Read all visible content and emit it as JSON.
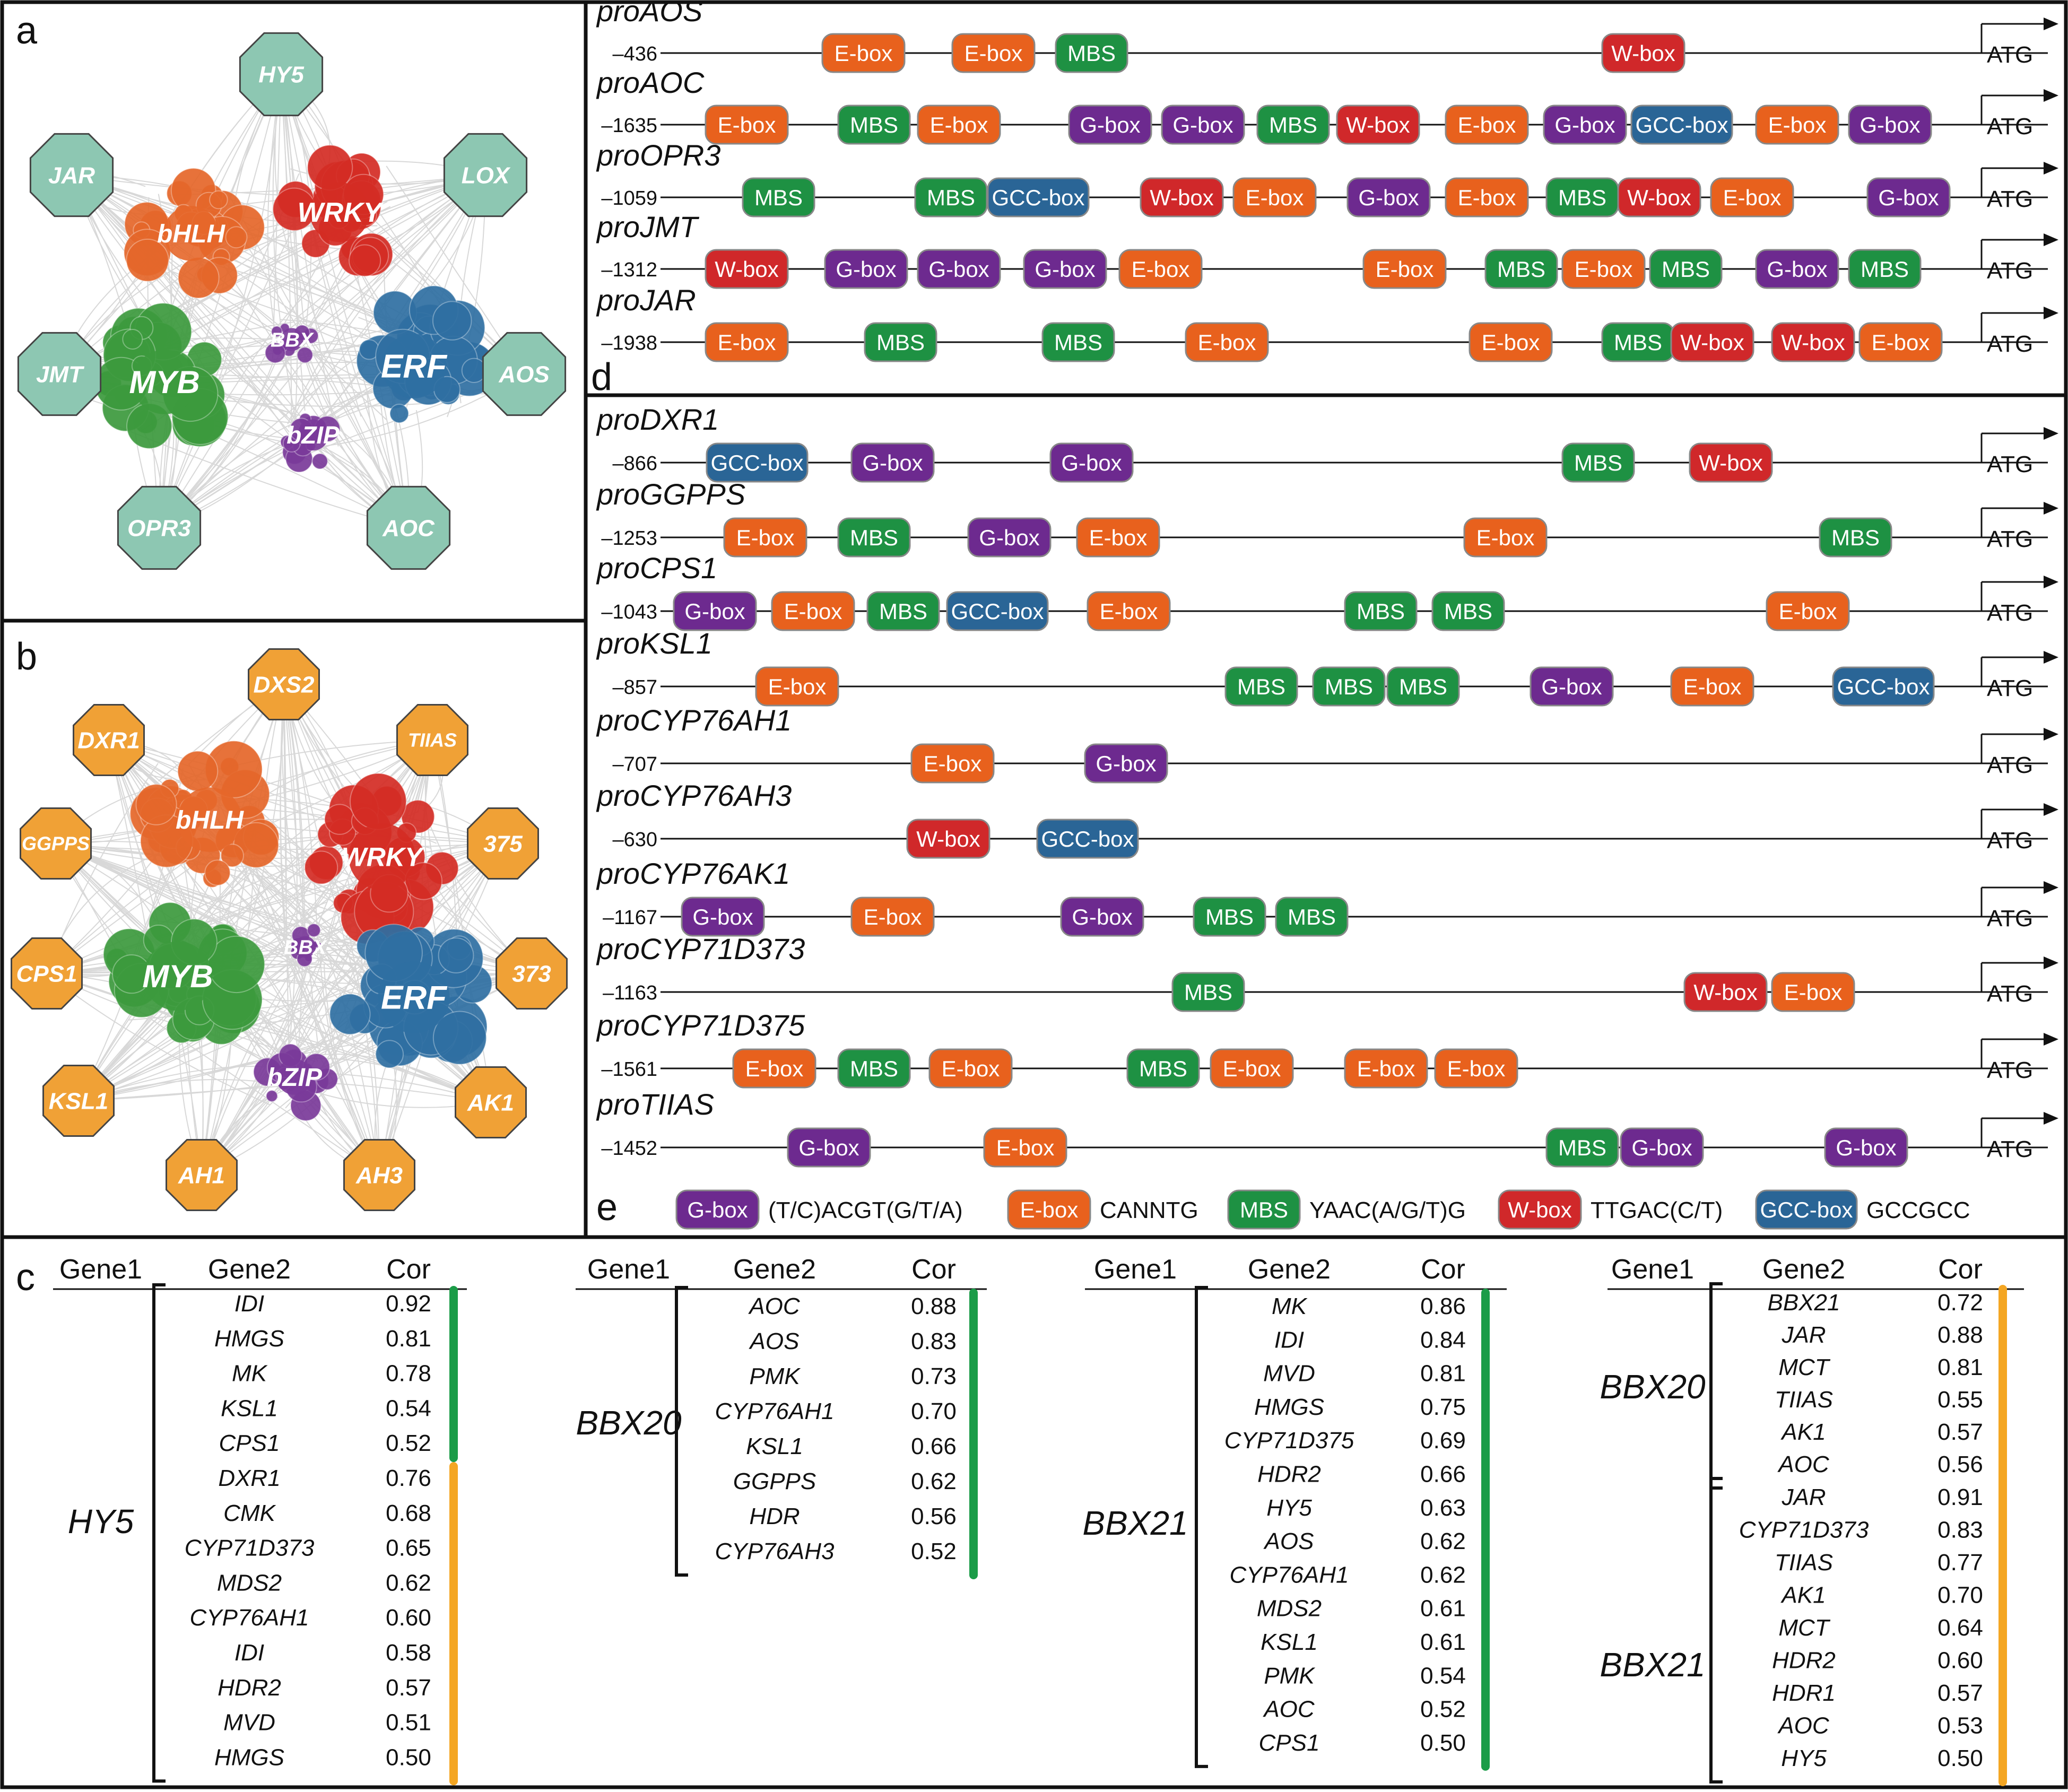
{
  "panels": {
    "a": "a",
    "b": "b",
    "c": "c",
    "d": "d",
    "e": "e"
  },
  "colors": {
    "G-box": "#6d2a8f",
    "E-box": "#e8611d",
    "MBS": "#1e9143",
    "W-box": "#d0282a",
    "GCC-box": "#2a6596",
    "jasmonate_node": "#8dc7b2",
    "tanshinone_node": "#f0a136",
    "bar_green": "#1b9c48",
    "bar_orange": "#f4a623",
    "bhlh": "#e5672a",
    "wrky": "#d42c24",
    "myb": "#3c9a3d",
    "erf": "#2f6fa2",
    "bbx": "#7a3a9a",
    "bzip": "#7a3a9a"
  },
  "network_a": {
    "hubs": {
      "bhlh": "bHLH",
      "wrky": "WRKY",
      "myb": "MYB",
      "erf": "ERF",
      "bbx": "BBX",
      "bzip": "bZIP"
    },
    "nodes": [
      "HY5",
      "JAR",
      "LOX",
      "JMT",
      "AOS",
      "OPR3",
      "AOC"
    ]
  },
  "network_b": {
    "hubs": {
      "bhlh": "bHLH",
      "wrky": "WRKY",
      "myb": "MYB",
      "erf": "ERF",
      "bbx": "BBX",
      "bzip": "bZIP"
    },
    "nodes": [
      "DXS2",
      "DXR1",
      "TIIAS",
      "GGPPS",
      "375",
      "CPS1",
      "373",
      "KSL1",
      "AK1",
      "AH1",
      "AH3"
    ]
  },
  "promoter_label": "ATG",
  "promoters_top": [
    {
      "name": "proAOS",
      "length": "–436",
      "elements": [
        "E-box",
        "E-box",
        "MBS",
        "W-box"
      ]
    },
    {
      "name": "proAOC",
      "length": "–1635",
      "elements": [
        "E-box",
        "MBS",
        "E-box",
        "G-box",
        "G-box",
        "MBS",
        "W-box",
        "E-box",
        "G-box",
        "GCC-box",
        "E-box",
        "G-box"
      ]
    },
    {
      "name": "proOPR3",
      "length": "–1059",
      "elements": [
        "MBS",
        "MBS",
        "GCC-box",
        "W-box",
        "E-box",
        "G-box",
        "E-box",
        "MBS",
        "W-box",
        "E-box",
        "G-box"
      ]
    },
    {
      "name": "proJMT",
      "length": "–1312",
      "elements": [
        "W-box",
        "G-box",
        "G-box",
        "G-box",
        "E-box",
        "E-box",
        "MBS",
        "E-box",
        "MBS",
        "G-box",
        "MBS"
      ]
    },
    {
      "name": "proJAR",
      "length": "–1938",
      "elements": [
        "E-box",
        "MBS",
        "MBS",
        "E-box",
        "E-box",
        "MBS",
        "W-box",
        "W-box",
        "E-box"
      ]
    }
  ],
  "promoters_bottom": [
    {
      "name": "proDXR1",
      "length": "–866",
      "elements": [
        "GCC-box",
        "G-box",
        "G-box",
        "MBS",
        "W-box"
      ]
    },
    {
      "name": "proGGPPS",
      "length": "–1253",
      "elements": [
        "E-box",
        "MBS",
        "G-box",
        "E-box",
        "E-box",
        "MBS"
      ]
    },
    {
      "name": "proCPS1",
      "length": "–1043",
      "elements": [
        "G-box",
        "E-box",
        "MBS",
        "GCC-box",
        "E-box",
        "MBS",
        "MBS",
        "E-box"
      ]
    },
    {
      "name": "proKSL1",
      "length": "–857",
      "elements": [
        "E-box",
        "MBS",
        "MBS",
        "MBS",
        "G-box",
        "E-box",
        "GCC-box"
      ]
    },
    {
      "name": "proCYP76AH1",
      "length": "–707",
      "elements": [
        "E-box",
        "G-box"
      ]
    },
    {
      "name": "proCYP76AH3",
      "length": "–630",
      "elements": [
        "W-box",
        "GCC-box"
      ]
    },
    {
      "name": "proCYP76AK1",
      "length": "–1167",
      "elements": [
        "G-box",
        "E-box",
        "G-box",
        "MBS",
        "MBS"
      ]
    },
    {
      "name": "proCYP71D373",
      "length": "–1163",
      "elements": [
        "MBS",
        "W-box",
        "E-box"
      ]
    },
    {
      "name": "proCYP71D375",
      "length": "–1561",
      "elements": [
        "E-box",
        "MBS",
        "E-box",
        "MBS",
        "E-box",
        "E-box",
        "E-box"
      ]
    },
    {
      "name": "proTIIAS",
      "length": "–1452",
      "elements": [
        "G-box",
        "E-box",
        "MBS",
        "G-box",
        "G-box"
      ]
    }
  ],
  "legend": [
    {
      "box": "G-box",
      "seq": "(T/C)ACGT(G/T/A)"
    },
    {
      "box": "E-box",
      "seq": "CANNTG"
    },
    {
      "box": "MBS",
      "seq": "YAAC(A/G/T)G"
    },
    {
      "box": "W-box",
      "seq": "TTGAC(C/T)"
    },
    {
      "box": "GCC-box",
      "seq": "GCCGCC"
    }
  ],
  "corr_headers": {
    "gene1": "Gene1",
    "gene2": "Gene2",
    "cor": "Cor"
  },
  "corr_tables": [
    {
      "groups": [
        {
          "gene1": "HY5",
          "bar": "both",
          "rows": [
            {
              "gene": "IDI",
              "cor": "0.92"
            },
            {
              "gene": "HMGS",
              "cor": "0.81"
            },
            {
              "gene": "MK",
              "cor": "0.78"
            },
            {
              "gene": "KSL1",
              "cor": "0.54"
            },
            {
              "gene": "CPS1",
              "cor": "0.52"
            },
            {
              "gene": "DXR1",
              "cor": "0.76"
            },
            {
              "gene": "CMK",
              "cor": "0.68"
            },
            {
              "gene": "CYP71D373",
              "cor": "0.65"
            },
            {
              "gene": "MDS2",
              "cor": "0.62"
            },
            {
              "gene": "CYP76AH1",
              "cor": "0.60"
            },
            {
              "gene": "IDI",
              "cor": "0.58"
            },
            {
              "gene": "HDR2",
              "cor": "0.57"
            },
            {
              "gene": "MVD",
              "cor": "0.51"
            },
            {
              "gene": "HMGS",
              "cor": "0.50"
            }
          ]
        }
      ]
    },
    {
      "groups": [
        {
          "gene1": "BBX20",
          "bar": "green",
          "rows": [
            {
              "gene": "AOC",
              "cor": "0.88"
            },
            {
              "gene": "AOS",
              "cor": "0.83"
            },
            {
              "gene": "PMK",
              "cor": "0.73"
            },
            {
              "gene": "CYP76AH1",
              "cor": "0.70"
            },
            {
              "gene": "KSL1",
              "cor": "0.66"
            },
            {
              "gene": "GGPPS",
              "cor": "0.62"
            },
            {
              "gene": "HDR",
              "cor": "0.56"
            },
            {
              "gene": "CYP76AH3",
              "cor": "0.52"
            }
          ]
        }
      ]
    },
    {
      "groups": [
        {
          "gene1": "BBX21",
          "bar": "green",
          "rows": [
            {
              "gene": "MK",
              "cor": "0.86"
            },
            {
              "gene": "IDI",
              "cor": "0.84"
            },
            {
              "gene": "MVD",
              "cor": "0.81"
            },
            {
              "gene": "HMGS",
              "cor": "0.75"
            },
            {
              "gene": "CYP71D375",
              "cor": "0.69"
            },
            {
              "gene": "HDR2",
              "cor": "0.66"
            },
            {
              "gene": "HY5",
              "cor": "0.63"
            },
            {
              "gene": "AOS",
              "cor": "0.62"
            },
            {
              "gene": "CYP76AH1",
              "cor": "0.62"
            },
            {
              "gene": "MDS2",
              "cor": "0.61"
            },
            {
              "gene": "KSL1",
              "cor": "0.61"
            },
            {
              "gene": "PMK",
              "cor": "0.54"
            },
            {
              "gene": "AOC",
              "cor": "0.52"
            },
            {
              "gene": "CPS1",
              "cor": "0.50"
            }
          ]
        }
      ]
    },
    {
      "groups": [
        {
          "gene1": "BBX20",
          "bar": "orange",
          "rows": [
            {
              "gene": "BBX21",
              "cor": "0.72"
            },
            {
              "gene": "JAR",
              "cor": "0.88"
            },
            {
              "gene": "MCT",
              "cor": "0.81"
            },
            {
              "gene": "TIIAS",
              "cor": "0.55"
            },
            {
              "gene": "AK1",
              "cor": "0.57"
            },
            {
              "gene": "AOC",
              "cor": "0.56"
            }
          ]
        },
        {
          "gene1": "BBX21",
          "bar": "orange",
          "rows": [
            {
              "gene": "JAR",
              "cor": "0.91"
            },
            {
              "gene": "CYP71D373",
              "cor": "0.83"
            },
            {
              "gene": "TIIAS",
              "cor": "0.77"
            },
            {
              "gene": "AK1",
              "cor": "0.70"
            },
            {
              "gene": "MCT",
              "cor": "0.64"
            },
            {
              "gene": "HDR2",
              "cor": "0.60"
            },
            {
              "gene": "HDR1",
              "cor": "0.57"
            },
            {
              "gene": "AOC",
              "cor": "0.53"
            },
            {
              "gene": "HY5",
              "cor": "0.50"
            }
          ]
        }
      ]
    }
  ]
}
